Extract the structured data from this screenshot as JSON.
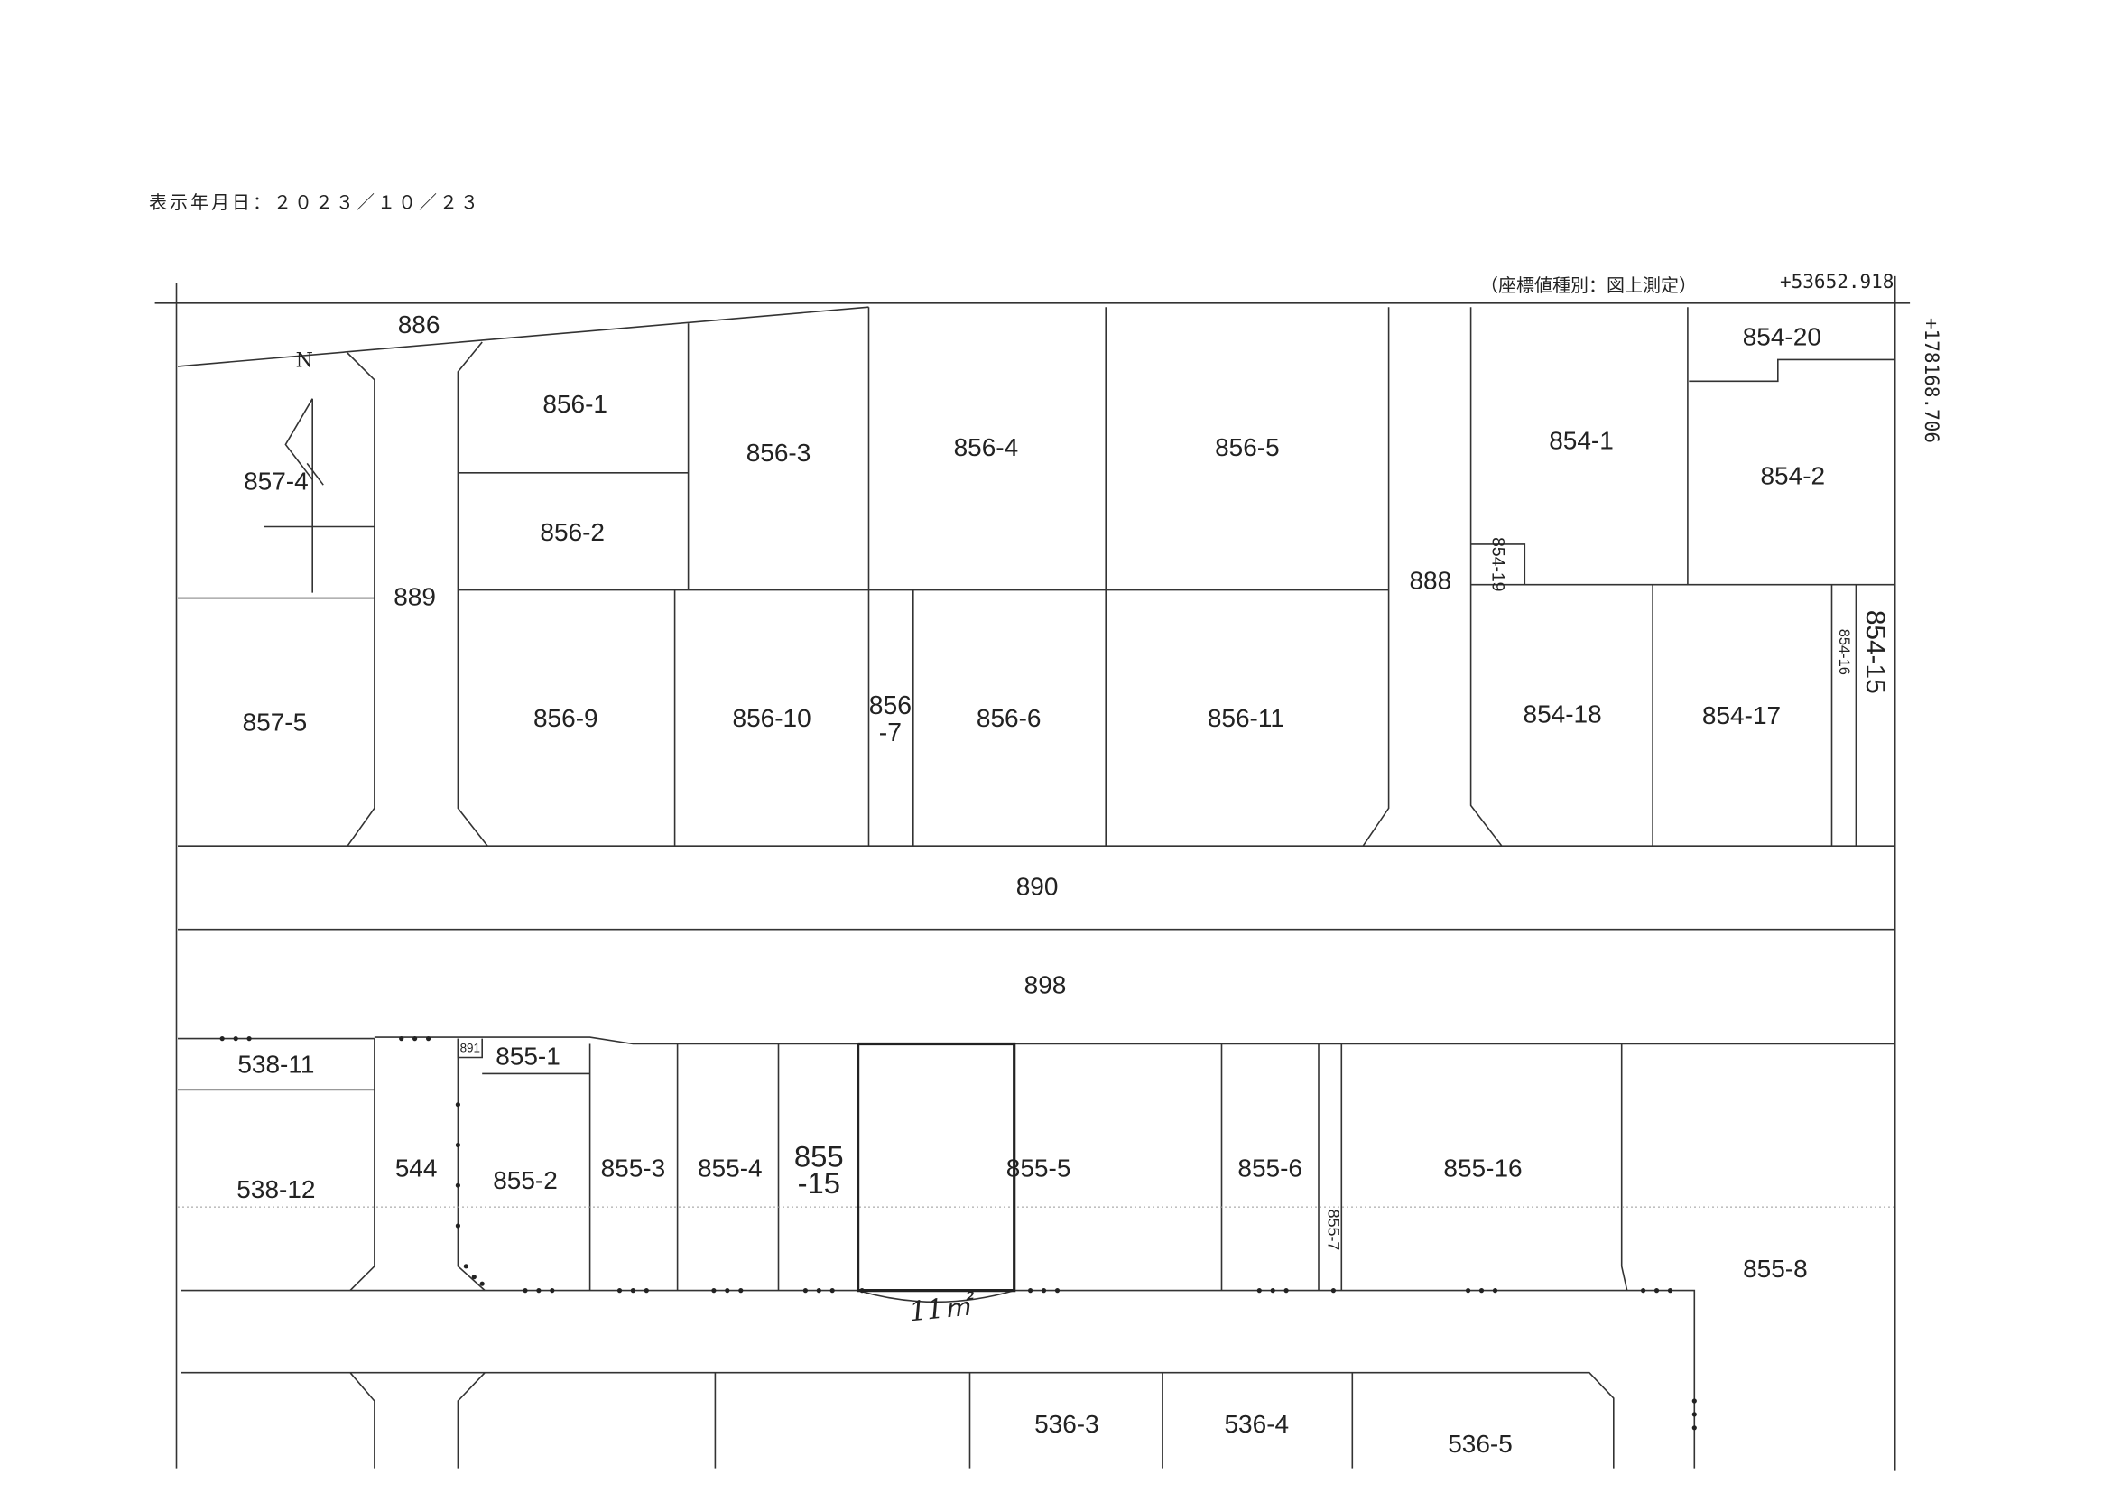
{
  "header": {
    "display_date": "表示年月日：２０２３／１０／２３"
  },
  "map": {
    "coordinate_type": "（座標値種別：図上測定）",
    "coord_x": "+53652.918",
    "coord_y": "+178168.706",
    "north_label": "N",
    "handwritten_note": "11㎡",
    "parcels": [
      "886",
      "857-4",
      "857-5",
      "889",
      "856-1",
      "856-2",
      "856-3",
      "856-4",
      "856-5",
      "856-9",
      "856-10",
      "856-7",
      "856-6",
      "856-11",
      "888",
      "854-1",
      "854-2",
      "854-20",
      "854-19",
      "854-18",
      "854-17",
      "854-16",
      "854-15",
      "890",
      "898",
      "538-11",
      "538-12",
      "544",
      "891",
      "855-1",
      "855-2",
      "855-3",
      "855-4",
      "855-15",
      "855-5",
      "855-6",
      "855-7",
      "855-16",
      "855-8",
      "536-3",
      "536-4",
      "536-5"
    ]
  }
}
